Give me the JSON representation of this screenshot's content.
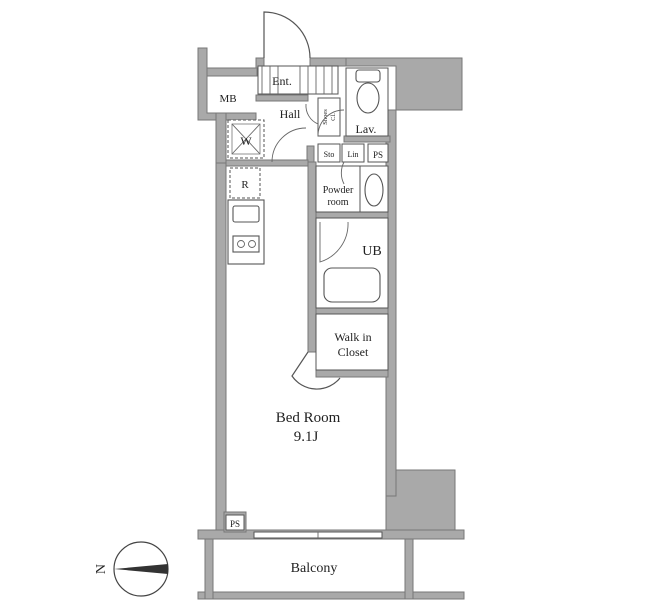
{
  "rooms": {
    "bedroom_name": "Bed Room",
    "bedroom_size": "9.1J",
    "balcony": "Balcony",
    "ub": "UB",
    "walk_in_line1": "Walk in",
    "walk_in_line2": "Closet",
    "powder_line1": "Powder",
    "powder_line2": "room",
    "hall": "Hall",
    "ent": "Ent.",
    "lav": "Lav.",
    "mb": "MB",
    "ps_top": "PS",
    "ps_bottom": "PS",
    "washer": "W",
    "fridge": "R",
    "storage": "Sto",
    "linen": "Lin",
    "shoes_line1": "Shoes",
    "shoes_line2": "Cl."
  },
  "compass": {
    "north_label": "N"
  }
}
